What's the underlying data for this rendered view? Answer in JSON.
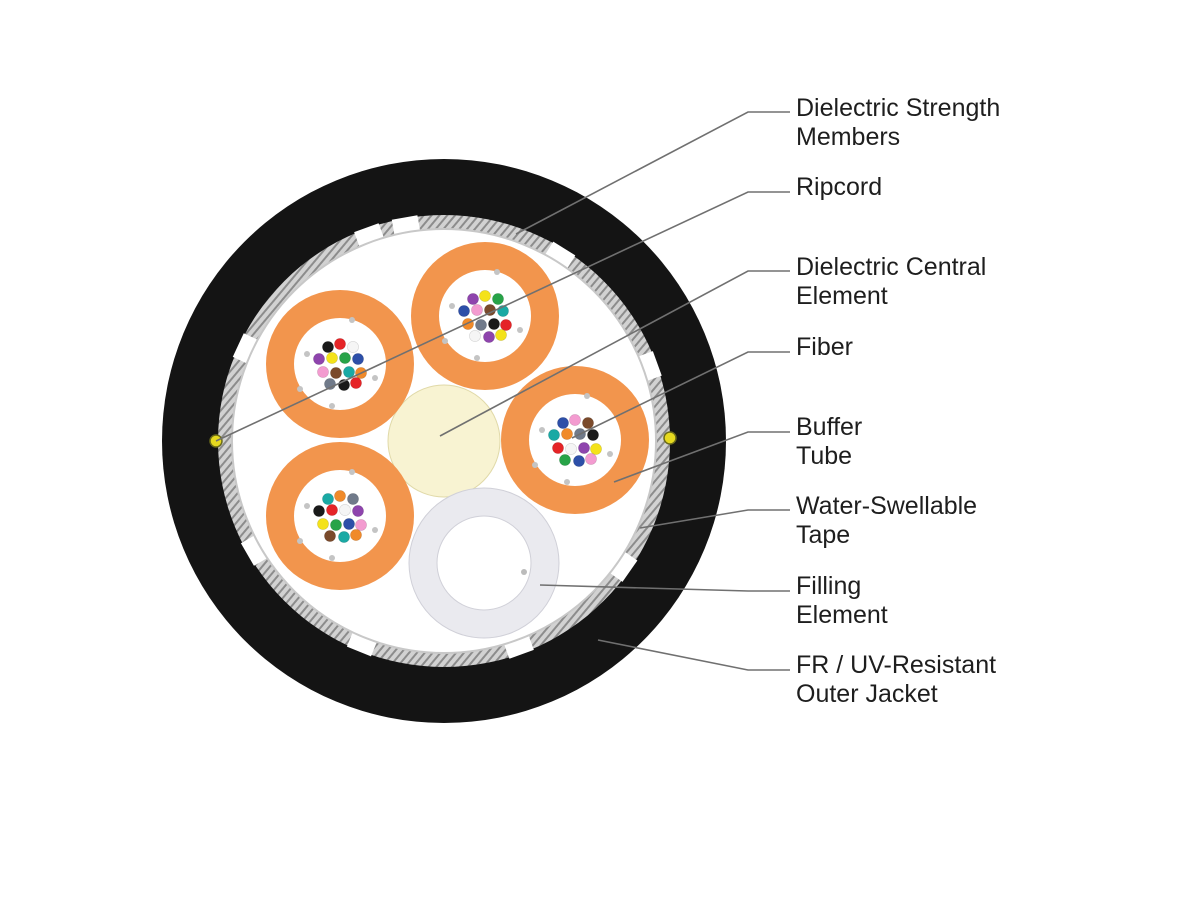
{
  "colors": {
    "jacket": "#141414",
    "buffer_tube": "#f2954d",
    "central_element": "#f8f3d2",
    "filling_element": "#eaeaef",
    "tape": "#ffffff",
    "strength_member": "#b8b8b8",
    "ripcord": "#e6d91f",
    "leader_line": "#707070"
  },
  "fiber_colors": [
    "#1a1a1a",
    "#e52427",
    "#f5f5f5",
    "#8e44ad",
    "#f4e21a",
    "#27a348",
    "#2d4fa8",
    "#f39bd0",
    "#7a4a2b",
    "#1aa9a4",
    "#f08a2a",
    "#707a8a"
  ],
  "labels": [
    {
      "id": "strength",
      "lines": [
        "Dielectric Strength",
        "Members"
      ]
    },
    {
      "id": "ripcord",
      "lines": [
        "Ripcord"
      ]
    },
    {
      "id": "central",
      "lines": [
        "Dielectric Central",
        "Element"
      ]
    },
    {
      "id": "fiber",
      "lines": [
        "Fiber"
      ]
    },
    {
      "id": "buffer",
      "lines": [
        "Buffer",
        "Tube"
      ]
    },
    {
      "id": "tape",
      "lines": [
        "Water-Swellable",
        "Tape"
      ]
    },
    {
      "id": "filling",
      "lines": [
        "Filling",
        "Element"
      ]
    },
    {
      "id": "jacket",
      "lines": [
        "FR / UV-Resistant",
        "Outer Jacket"
      ]
    }
  ]
}
